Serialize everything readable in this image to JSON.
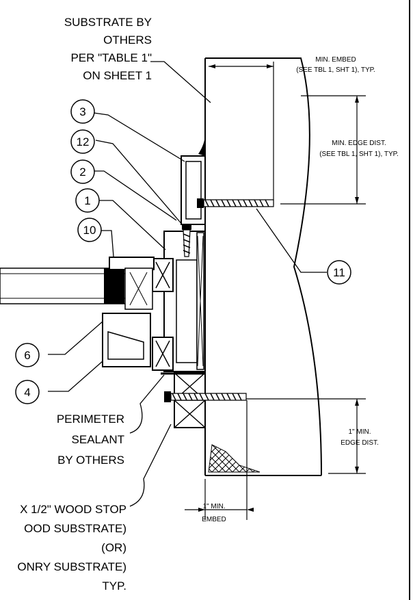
{
  "notes": {
    "substrate": [
      "SUBSTRATE BY",
      "OTHERS",
      "PER \"TABLE 1\"",
      "ON SHEET 1"
    ],
    "min_embed": [
      "MIN. EMBED",
      "(SEE TBL 1, SHT 1), TYP."
    ],
    "min_edge_dist": [
      "MIN. EDGE DIST.",
      "(SEE TBL 1, SHT 1), TYP."
    ],
    "one_min_edge": [
      "1\" MIN.",
      "EDGE DIST."
    ],
    "one_min_embed": [
      "1\" MIN.",
      "EMBED"
    ],
    "perimeter_sealant": [
      "PERIMETER",
      "SEALANT",
      "BY OTHERS"
    ],
    "wood_stop": [
      "X 1/2\" WOOD STOP",
      "OOD SUBSTRATE)",
      "(OR)",
      "ONRY SUBSTRATE)",
      "TYP."
    ]
  },
  "callouts": [
    "3",
    "12",
    "2",
    "1",
    "10",
    "11",
    "6",
    "4"
  ]
}
